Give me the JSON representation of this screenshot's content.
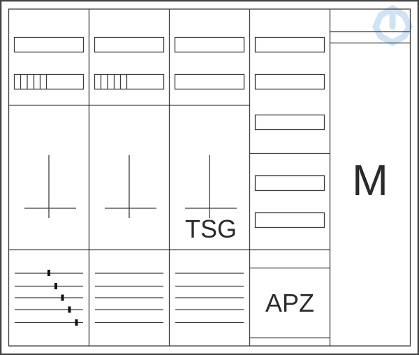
{
  "labels": {
    "tsg": "TSG",
    "apz": "APZ",
    "m": "M"
  },
  "colors": {
    "line": "#3c3c3c",
    "watermark": "#cfe3f5"
  },
  "icons": [
    "watermark-logo-icon",
    "meter-symbol-icon"
  ]
}
